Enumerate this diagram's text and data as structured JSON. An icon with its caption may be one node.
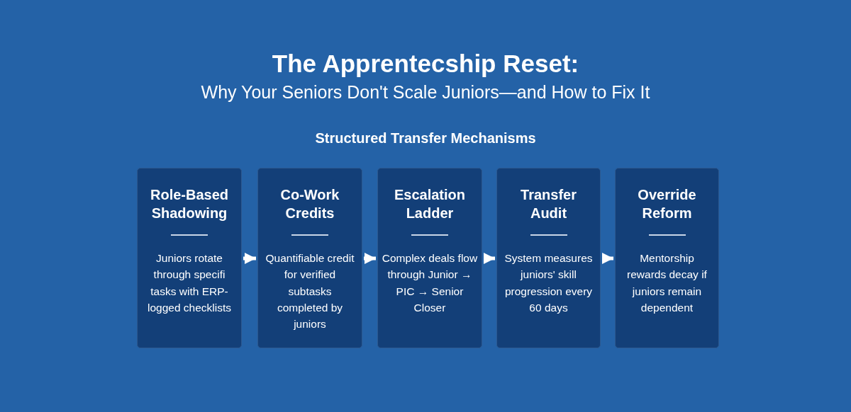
{
  "diagram": {
    "title": "The Apprentecship Reset:",
    "nodes": [
      {
        "text": [
          "Role-Based Shadowing",
          "Juniors rotate through specifi tasks with ERP-logged checklists"
        ]
      },
      {
        "text": [
          "Co-Work Credits",
          "Quantifiable credit for verified subtasks completed by juniors"
        ]
      },
      {
        "text": [
          "Escalation Ladder",
          "Complex deals flow through Junior → PIC → Senior Closer"
        ]
      },
      {
        "text": [
          "Transfer Audit",
          "System measures juniors' skill progression every 60 days"
        ]
      },
      {
        "text": [
          "Override Reform",
          "Mentorship rewards decay if juniors remain dependent"
        ]
      }
    ],
    "edges": [
      {
        "from": 0,
        "to": 1,
        "arrow": "to"
      },
      {
        "from": 1,
        "to": 2,
        "arrow": "to"
      },
      {
        "from": 2,
        "to": 3,
        "arrow": "to"
      },
      {
        "from": 3,
        "to": 4,
        "arrow": "to"
      }
    ],
    "labels": [
      "Why Your Seniors Don't Scale Juniors—and How to Fix It",
      "Structured Transfer Mechanisms"
    ]
  }
}
